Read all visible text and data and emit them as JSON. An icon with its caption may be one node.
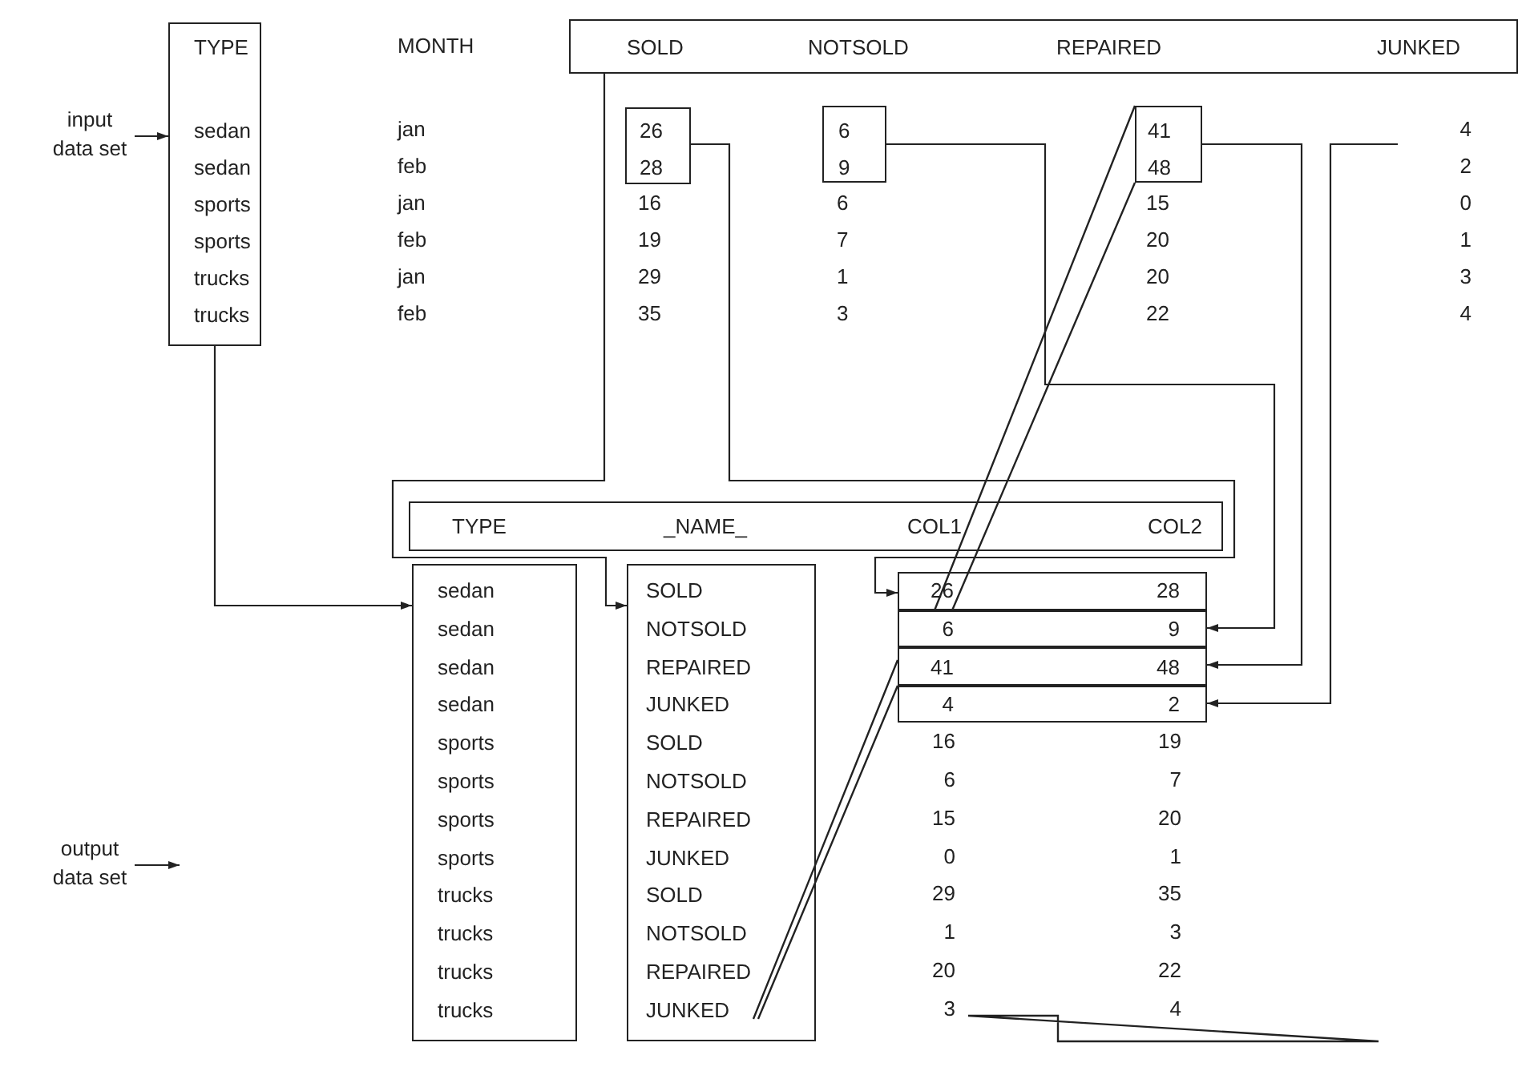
{
  "diagram": {
    "nodes": [
      {
        "text": [
          "input data set"
        ]
      },
      {
        "text": [
          "TYPE",
          "sedan",
          "sedan",
          "sports",
          "sports",
          "trucks",
          "trucks"
        ]
      },
      {
        "text": [
          "SOLD",
          "NOTSOLD",
          "REPAIRED",
          "JUNKED"
        ]
      },
      {
        "text": [
          "26",
          "28"
        ]
      },
      {
        "text": [
          "6",
          "9"
        ]
      },
      {
        "text": [
          "41",
          "48"
        ]
      },
      {
        "text": [
          "4",
          "2"
        ]
      },
      {
        "text": [
          "output data set"
        ]
      },
      {
        "text": [
          "TYPE",
          "_NAME_",
          "COL1",
          "COL2"
        ]
      },
      {
        "text": [
          "sedan",
          "sedan",
          "sedan",
          "sedan",
          "sports",
          "sports",
          "sports",
          "sports",
          "trucks",
          "trucks",
          "trucks",
          "trucks"
        ]
      },
      {
        "text": [
          "SOLD",
          "NOTSOLD",
          "REPAIRED",
          "JUNKED",
          "SOLD",
          "NOTSOLD",
          "REPAIRED",
          "JUNKED",
          "SOLD",
          "NOTSOLD",
          "REPAIRED",
          "JUNKED"
        ]
      },
      {
        "text": [
          "26",
          "28"
        ]
      },
      {
        "text": [
          "6",
          "9"
        ]
      },
      {
        "text": [
          "41",
          "48"
        ]
      },
      {
        "text": [
          "4",
          "2"
        ]
      }
    ],
    "edges": [
      {
        "from": 0,
        "to": 1,
        "arrow": "to"
      },
      {
        "from": 1,
        "to": 9,
        "arrow": "to"
      },
      {
        "from": 2,
        "to": 10,
        "arrow": "to"
      },
      {
        "from": 3,
        "to": 11,
        "arrow": "to"
      },
      {
        "from": 4,
        "to": 12,
        "arrow": "to"
      },
      {
        "from": 5,
        "to": 13,
        "arrow": "to"
      },
      {
        "from": 6,
        "to": 14,
        "arrow": "to"
      },
      {
        "from": 7,
        "to": null,
        "arrow": "to"
      }
    ],
    "labels": [
      "MONTH",
      "jan",
      "feb",
      "jan",
      "feb",
      "jan",
      "feb",
      "16",
      "6",
      "15",
      "0",
      "19",
      "7",
      "20",
      "1",
      "29",
      "1",
      "20",
      "3",
      "35",
      "3",
      "22",
      "4",
      "16",
      "19",
      "6",
      "7",
      "15",
      "20",
      "0",
      "1",
      "29",
      "35",
      "1",
      "3",
      "20",
      "22",
      "3",
      "4"
    ]
  }
}
